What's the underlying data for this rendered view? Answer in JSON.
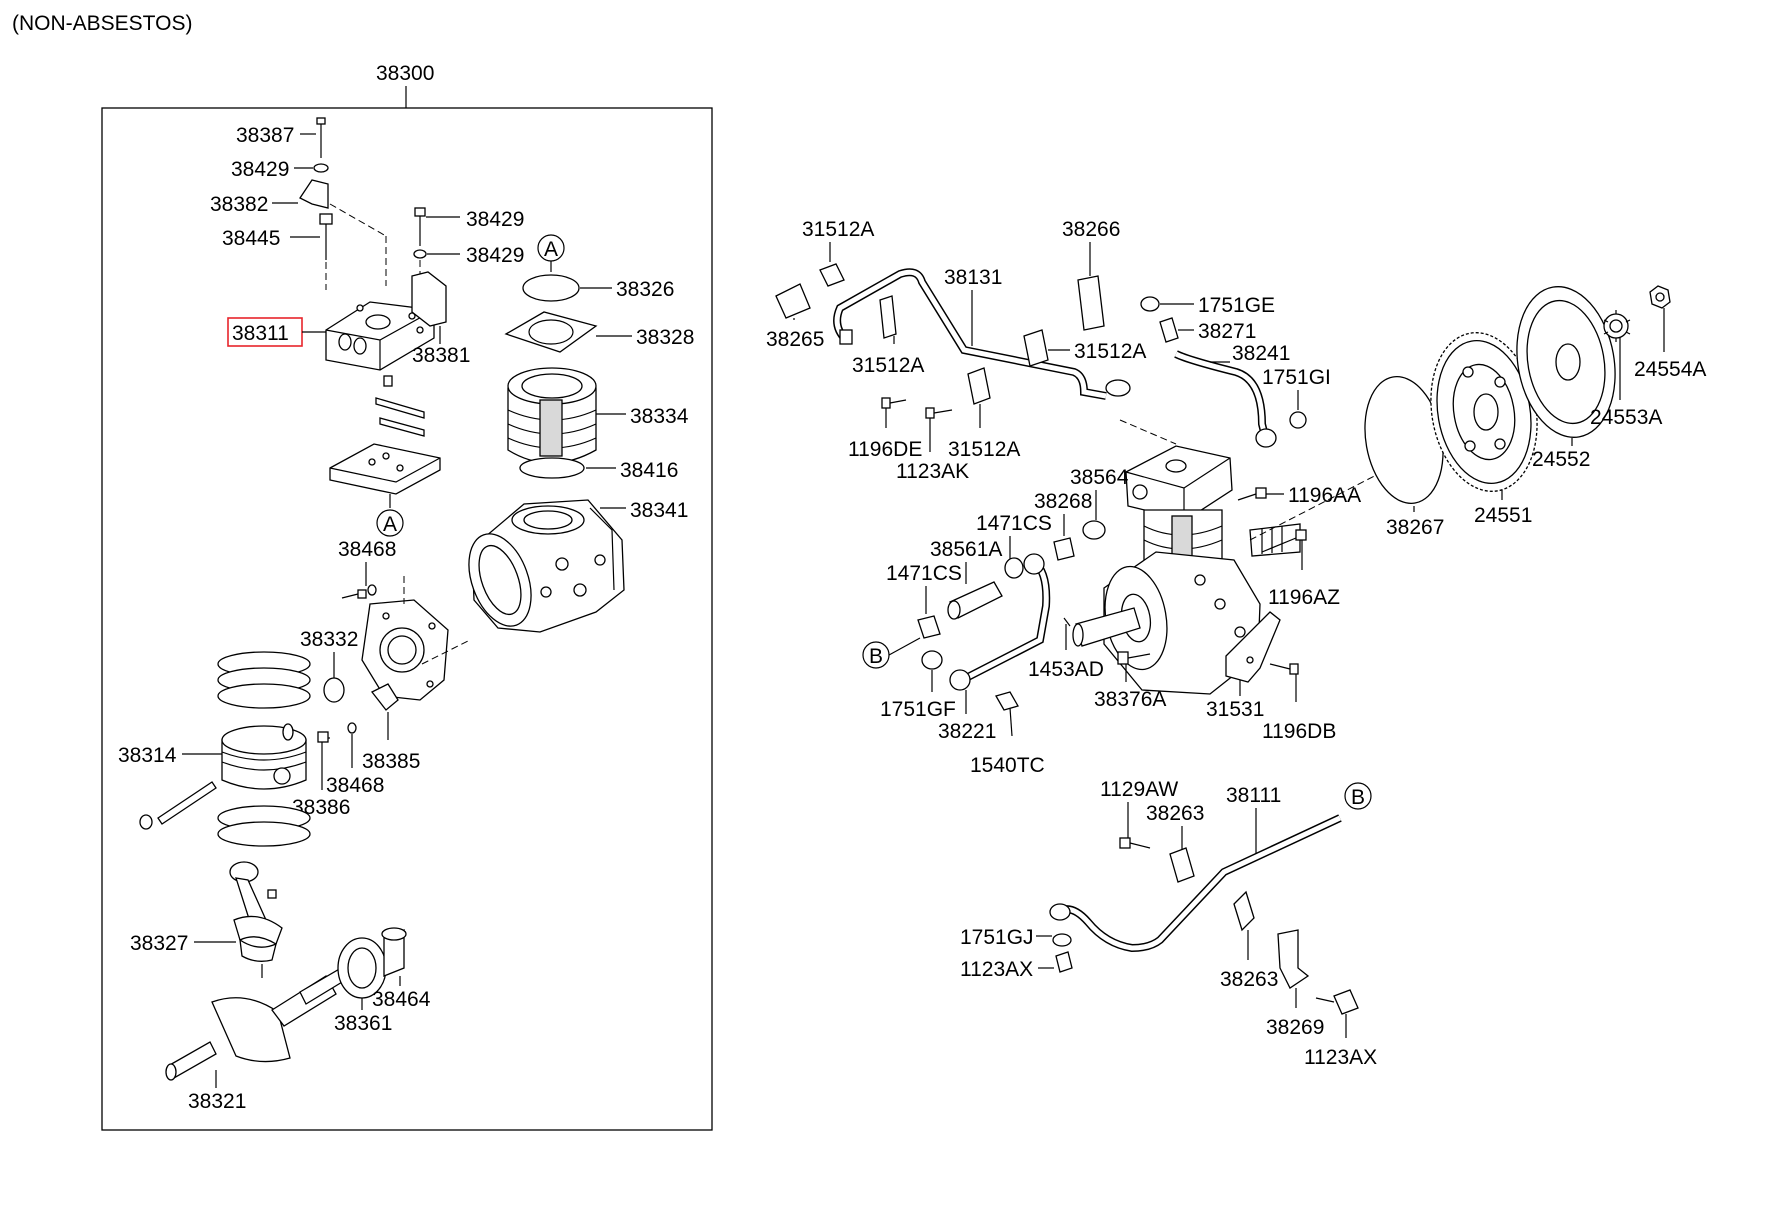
{
  "note": "(NON-ABSESTOS)",
  "assembly": {
    "number": "38300"
  },
  "highlighted": {
    "number": "38311",
    "color": "#e8242b"
  },
  "labels": {
    "l38387": "38387",
    "l38429a": "38429",
    "l38382": "38382",
    "l38445": "38445",
    "l38429b": "38429",
    "l38429c": "38429",
    "l38326": "38326",
    "l38328": "38328",
    "l38381": "38381",
    "l38334": "38334",
    "l38416": "38416",
    "l38341": "38341",
    "l38468a": "38468",
    "l38332": "38332",
    "l38314": "38314",
    "l38385": "38385",
    "l38468b": "38468",
    "l38386": "38386",
    "l38327": "38327",
    "l38464": "38464",
    "l38361": "38361",
    "l38321": "38321",
    "l31512a1": "31512A",
    "l38266": "38266",
    "l38131": "38131",
    "l38265": "38265",
    "l31512a2": "31512A",
    "l31512a3": "31512A",
    "l31512a4": "31512A",
    "l1196de": "1196DE",
    "l1123ak": "1123AK",
    "l1751ge": "1751GE",
    "l38271": "38271",
    "l38241": "38241",
    "l1751gi": "1751GI",
    "l24554a": "24554A",
    "l24553a": "24553A",
    "l24552": "24552",
    "l24551": "24551",
    "l38267": "38267",
    "l38564": "38564",
    "l38268": "38268",
    "l1471cs1": "1471CS",
    "l38561a": "38561A",
    "l1471cs2": "1471CS",
    "l1196aa": "1196AA",
    "l1196az": "1196AZ",
    "l1453ad": "1453AD",
    "l38376a": "38376A",
    "l31531": "31531",
    "l1196db": "1196DB",
    "l1751gf": "1751GF",
    "l38221": "38221",
    "l1540tc": "1540TC",
    "l1129aw": "1129AW",
    "l38263a": "38263",
    "l38111": "38111",
    "l1751gj": "1751GJ",
    "l1123ax1": "1123AX",
    "l38263b": "38263",
    "l38269": "38269",
    "l1123ax2": "1123AX"
  },
  "refs": {
    "a1": "A",
    "a2": "A",
    "b1": "B",
    "b2": "B"
  }
}
